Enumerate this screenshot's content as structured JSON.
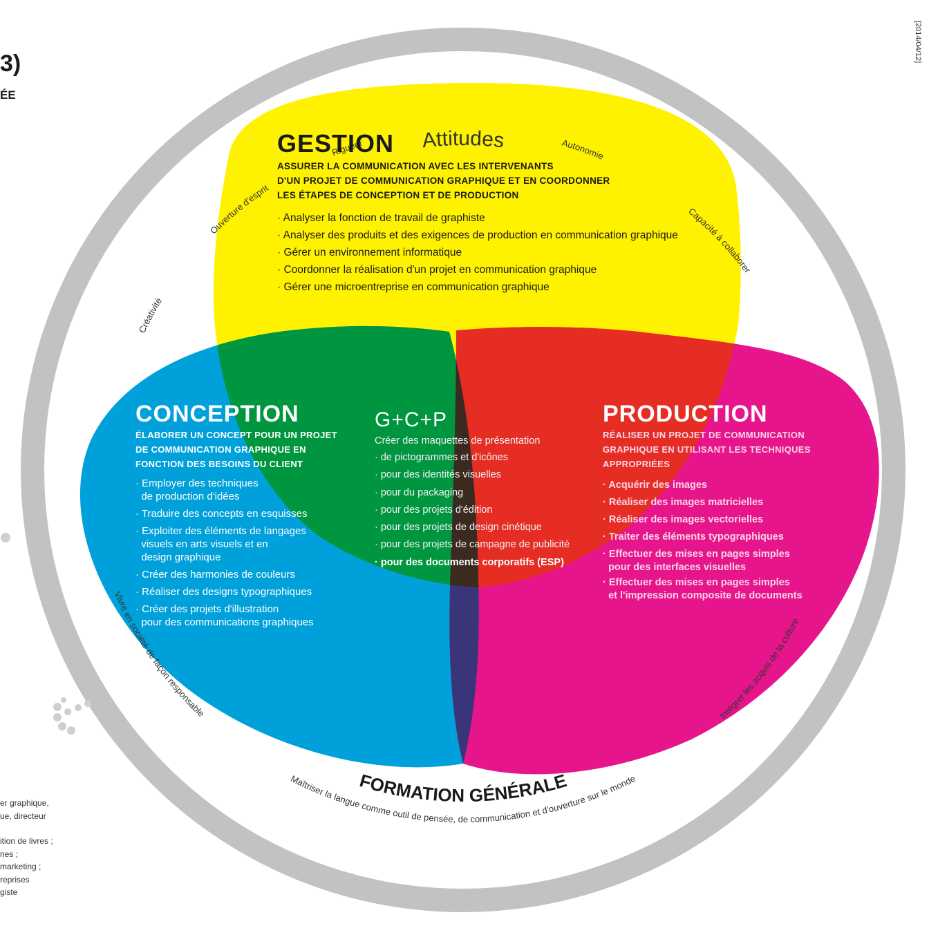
{
  "page": {
    "edge_title_fragment": "3)",
    "edge_subtitle_fragment": "ÉE",
    "vertical_date_fragment": "[2014/04/12]",
    "left_bottom_lines": [
      "er graphique,",
      "ue, directeur",
      "",
      "ition de livres ;",
      "nes ;",
      "marketing ;",
      "reprises",
      "giste"
    ]
  },
  "ring": {
    "top_title": "Attitudes",
    "top_items": [
      "Créativité",
      "Ouverture d'esprit",
      "Rigueur",
      "Autonomie",
      "Capacité à collaborer"
    ],
    "bottom_title": "FORMATION GÉNÉRALE",
    "bottom_items": [
      "Vivre en société de façon responsable",
      "Maîtriser la langue comme outil de pensée, de communication et d'ouverture sur le monde",
      "Intégrer les acquis de la culture"
    ]
  },
  "gestion": {
    "title": "GESTION",
    "subtitle": [
      "ASSURER LA COMMUNICATION AVEC LES INTERVENANTS",
      "D'UN PROJET DE COMMUNICATION GRAPHIQUE ET EN COORDONNER",
      "LES ÉTAPES DE CONCEPTION ET DE PRODUCTION"
    ],
    "items": [
      "Analyser la fonction de travail de graphiste",
      "Analyser des produits et des exigences de production en communication graphique",
      "Gérer un environnement informatique",
      "Coordonner la réalisation d'un projet en communication graphique",
      "Gérer une microentreprise en communication graphique"
    ]
  },
  "conception": {
    "title": "CONCEPTION",
    "subtitle": [
      "ÉLABORER UN CONCEPT POUR UN PROJET",
      "DE COMMUNICATION GRAPHIQUE EN",
      "FONCTION DES BESOINS DU CLIENT"
    ],
    "items": [
      [
        "Employer des techniques",
        "de production d'idées"
      ],
      [
        "Traduire des concepts en esquisses"
      ],
      [
        "Exploiter des éléments de langages",
        "visuels en arts visuels et en",
        "design graphique"
      ],
      [
        "Créer des harmonies de couleurs"
      ],
      [
        "Réaliser des designs typographiques"
      ],
      [
        "Créer des projets d'illustration",
        "pour des communications graphiques"
      ]
    ]
  },
  "production": {
    "title": "PRODUCTION",
    "subtitle": [
      "RÉALISER UN PROJET DE COMMUNICATION",
      "GRAPHIQUE EN UTILISANT LES TECHNIQUES",
      "APPROPRIÉES"
    ],
    "items": [
      [
        "Acquérir des images"
      ],
      [
        "Réaliser des images matricielles"
      ],
      [
        "Réaliser des images vectorielles"
      ],
      [
        "Traiter des éléments typographiques"
      ],
      [
        "Effectuer des mises en pages simples",
        "pour des interfaces visuelles"
      ],
      [
        "Effectuer des mises en pages simples",
        "et l'impression composite de documents"
      ]
    ]
  },
  "center": {
    "title": "G+C+P",
    "intro": "Créer des maquettes de présentation",
    "items": [
      "de pictogrammes et d'icônes",
      "pour des identités visuelles",
      "pour du packaging",
      "pour des projets d'édition",
      "pour des projets de design cinétique",
      "pour des projets de campagne de publicité"
    ],
    "last_item": "pour des documents corporatifs (ESP)"
  },
  "colors": {
    "ring": "#c2c2c2",
    "yellow": "#fff200",
    "cyan": "#00a0db",
    "magenta": "#e6158c",
    "green": "#009640",
    "red": "#e52d24",
    "blue": "#3a3578",
    "center": "#3b2a20"
  }
}
